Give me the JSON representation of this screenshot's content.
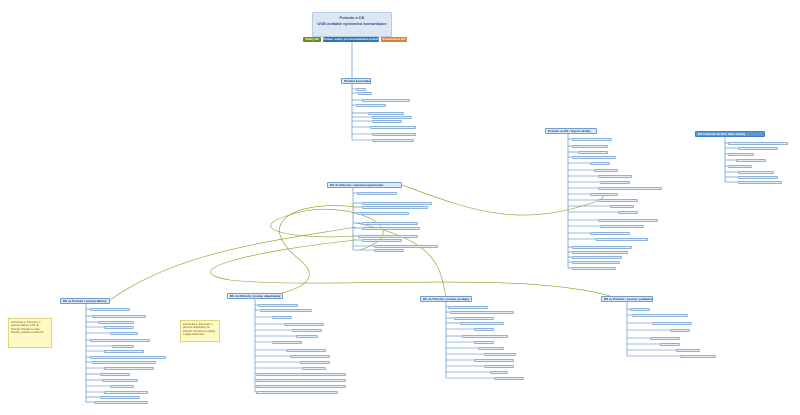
{
  "header": {
    "line1": "Pohodo a DS",
    "line2": "USB ovládač výrobního komunikace"
  },
  "tabs": [
    {
      "label": "Vazby DS",
      "color": "#6b8e23"
    },
    {
      "label": "Pomoc. vazby pro komunikační protokol",
      "color": "#2e75b6"
    },
    {
      "label": "Komunikace DS",
      "color": "#e07b39"
    }
  ],
  "nodes": {
    "main": "Přehled komunikace",
    "hub": "DS do Pohodo / samotné exportování",
    "right1": "Pohodo se DS / import zásilky",
    "right2": "DS / Pohodo do DS / další zásilky",
    "b1": "DS se Pohodo / postup faktury",
    "b2": "DS do Pohodo / postup objednávky",
    "b3": "DS do Pohodo / postup prodejky",
    "b4": "DS se Pohodo / postup / pokladna"
  },
  "notes": {
    "n1": "Poznámka k: Informace o přenosu faktury z DS do Pohodo. Přenáší se data hlavičky, položky a zákazník.",
    "n2": "Poznámka k: Informace o přenosu objednávky do Pohodo. Přenáší se položky a údaje zákazníka."
  }
}
